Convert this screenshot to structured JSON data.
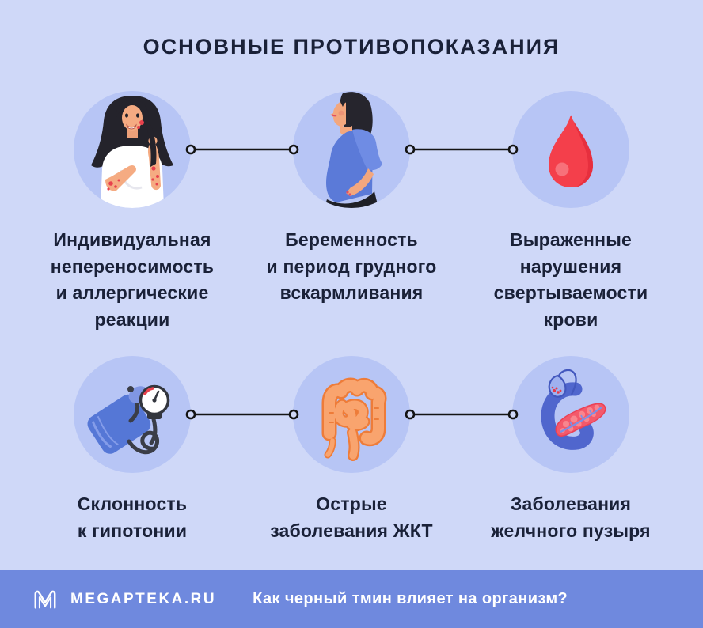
{
  "title": "ОСНОВНЫЕ ПРОТИВОПОКАЗАНИЯ",
  "cards": [
    {
      "icon": "allergy-woman",
      "label": "Индивидуальная\nнепереносимость\nи аллергические\nреакции"
    },
    {
      "icon": "pregnant-woman",
      "label": "Беременность\nи период грудного\nвскармливания"
    },
    {
      "icon": "blood-drop",
      "label": "Выраженные\nнарушения\nсвертываемости\nкрови"
    },
    {
      "icon": "blood-pressure-monitor",
      "label": "Склонность\nк гипотонии"
    },
    {
      "icon": "intestines",
      "label": "Острые\nзаболевания ЖКТ"
    },
    {
      "icon": "gallbladder-pancreas",
      "label": "Заболевания\nжелчного пузыря"
    }
  ],
  "footer": {
    "brand": "MEGAPTEKA.RU",
    "question": "Как черный тмин влияет на организм?"
  },
  "colors": {
    "background": "#cfd8f8",
    "icon_circle": "#b7c5f5",
    "text": "#1a2138",
    "footer_background": "#6f89de",
    "footer_text": "#ffffff",
    "connector": "#141414",
    "accent_red": "#f43f4b"
  }
}
